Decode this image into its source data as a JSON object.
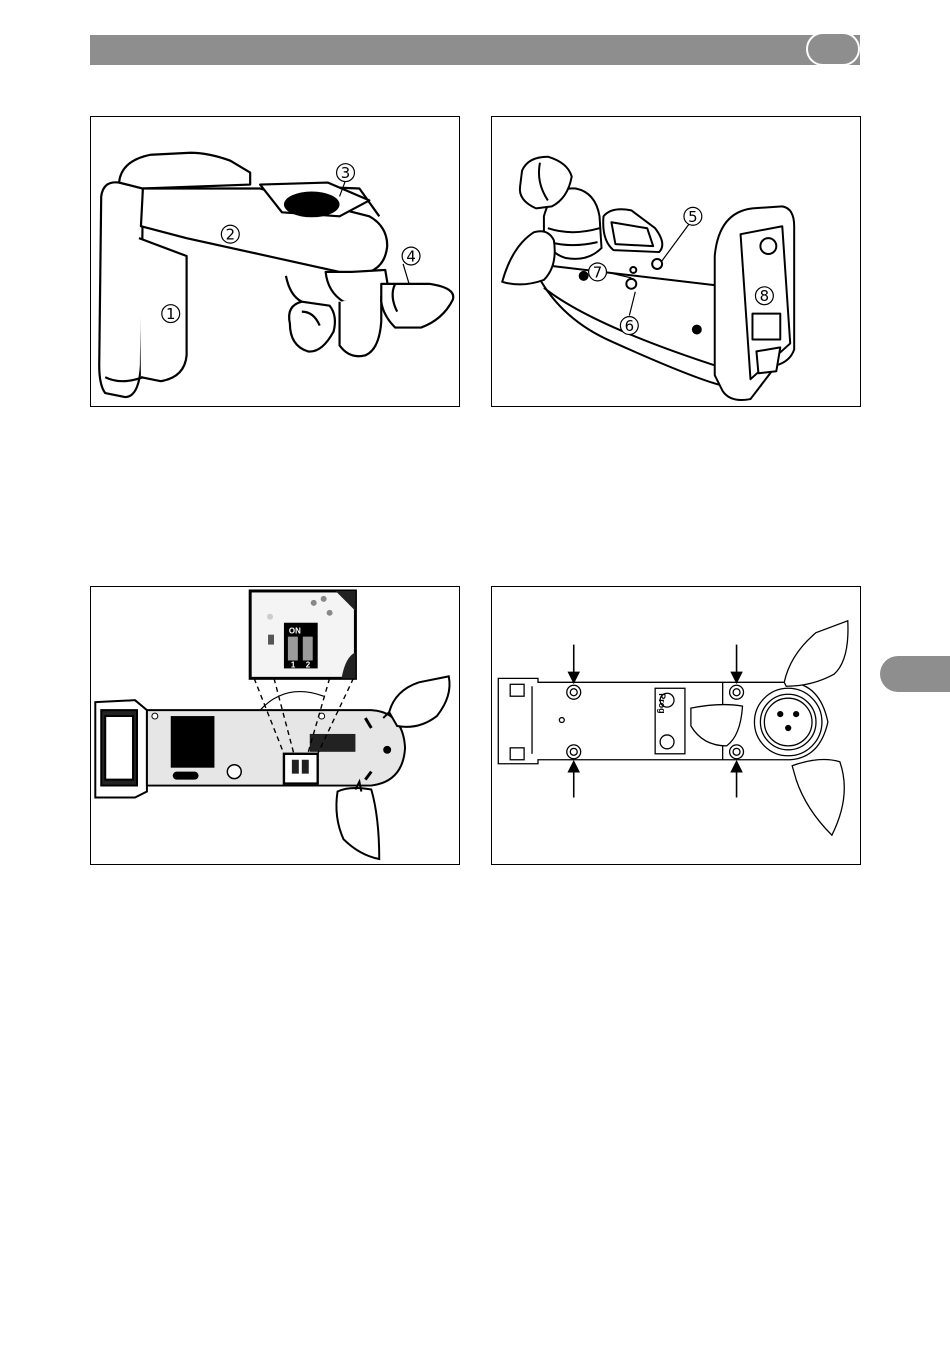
{
  "figures": {
    "fig1": {
      "callouts": [
        "1",
        "2",
        "3",
        "4"
      ]
    },
    "fig2": {
      "callouts": [
        "5",
        "6",
        "7",
        "8"
      ]
    },
    "fig3": {
      "dip_switch": {
        "on_label": "ON",
        "switch_1": "1",
        "switch_2": "2"
      }
    },
    "fig4": {
      "board_label": "Prog"
    }
  },
  "colors": {
    "header": "#8e8e8e",
    "line": "#000000"
  }
}
